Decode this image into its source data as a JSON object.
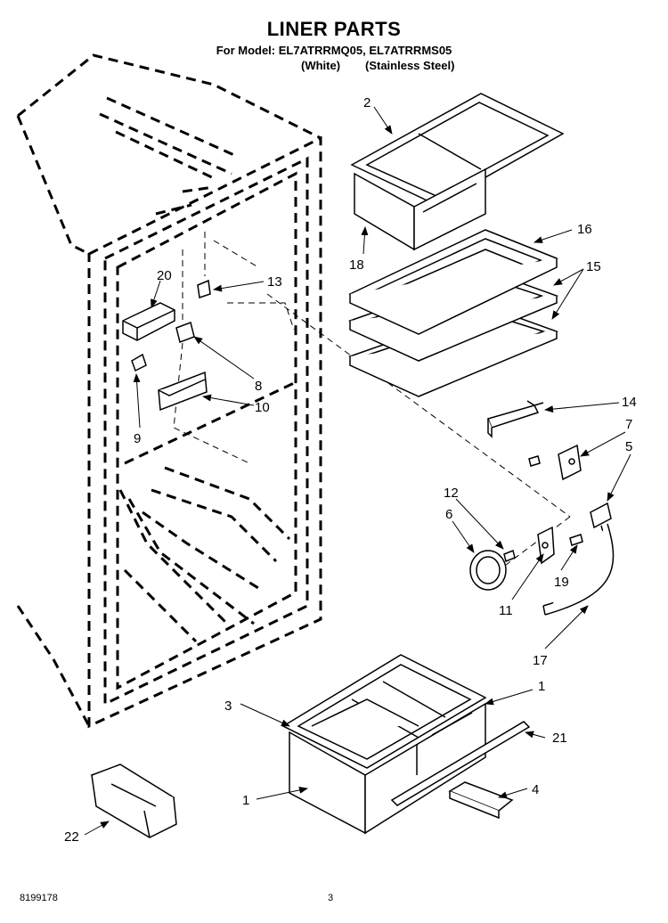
{
  "header": {
    "title": "LINER PARTS",
    "model_line": "For Model: EL7ATRRMQ05, EL7ATRRMS05",
    "variant_white": "(White)",
    "variant_stainless": "(Stainless Steel)"
  },
  "callouts": {
    "c1a": "1",
    "c1b": "1",
    "c2": "2",
    "c3": "3",
    "c4": "4",
    "c5": "5",
    "c6": "6",
    "c7": "7",
    "c8": "8",
    "c9": "9",
    "c10": "10",
    "c11": "11",
    "c12": "12",
    "c13": "13",
    "c14": "14",
    "c15": "15",
    "c16": "16",
    "c17": "17",
    "c18": "18",
    "c19": "19",
    "c20": "20",
    "c21": "21",
    "c22": "22"
  },
  "footer": {
    "doc_number": "8199178",
    "page_number": "3"
  }
}
